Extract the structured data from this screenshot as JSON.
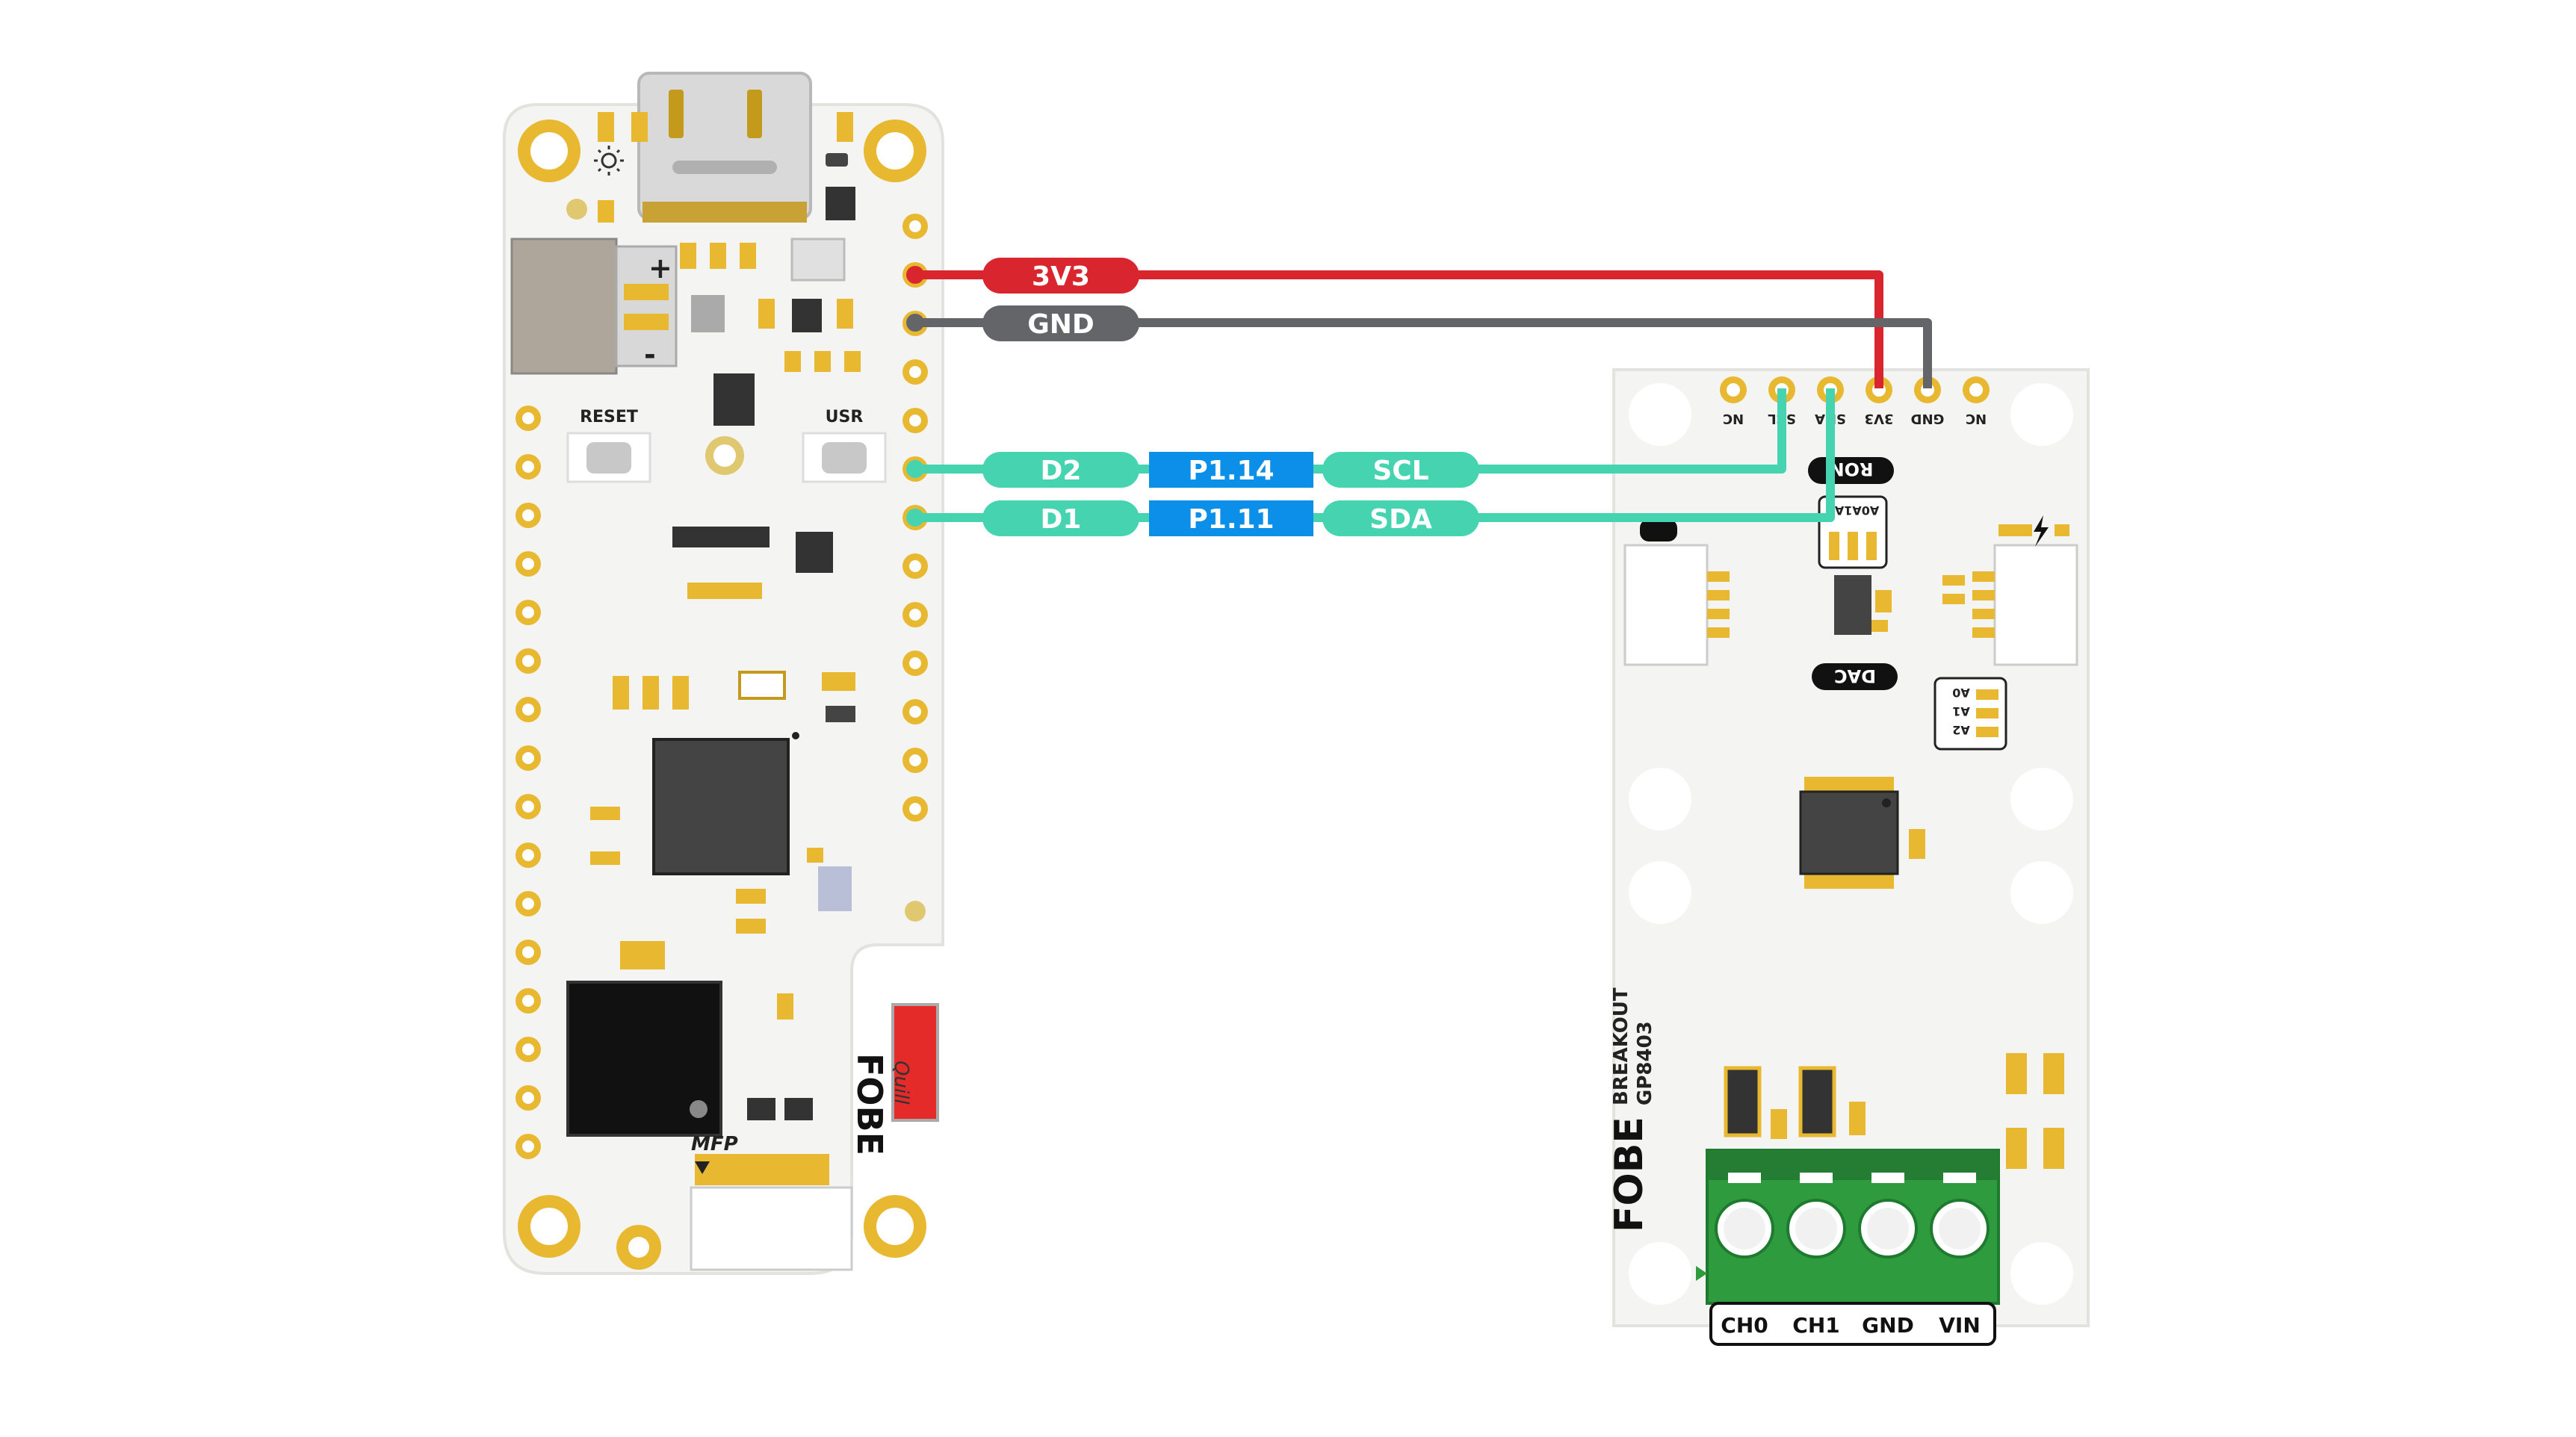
{
  "quill_board": {
    "logo": "FOBE",
    "model_label": "Quill",
    "reset_label": "RESET",
    "usr_label": "USR",
    "mfp_label": "MFP",
    "plus_label": "+",
    "minus_label": "-"
  },
  "breakout_board": {
    "logo": "FOBE",
    "title_line1": "BREAKOUT",
    "title_line2": "GP8403",
    "header_pins": [
      "NC",
      "SCL",
      "SDA",
      "3V3",
      "GND",
      "NC"
    ],
    "ron_label": "RON",
    "dac_label": "DAC",
    "addr_label": "A0A1A2",
    "addr_pins": [
      "A0",
      "A1",
      "A2"
    ],
    "terminals": [
      "CH0",
      "CH1",
      "GND",
      "VIN"
    ]
  },
  "wires": [
    {
      "label": "3V3",
      "color": "#d9262e"
    },
    {
      "label": "GND",
      "color": "#636569"
    },
    {
      "labels": [
        "D2",
        "P1.14",
        "SCL"
      ],
      "color": "#46d3b0",
      "pin_color": "#0b8fe8"
    },
    {
      "labels": [
        "D1",
        "P1.11",
        "SDA"
      ],
      "color": "#46d3b0",
      "pin_color": "#0b8fe8"
    }
  ]
}
